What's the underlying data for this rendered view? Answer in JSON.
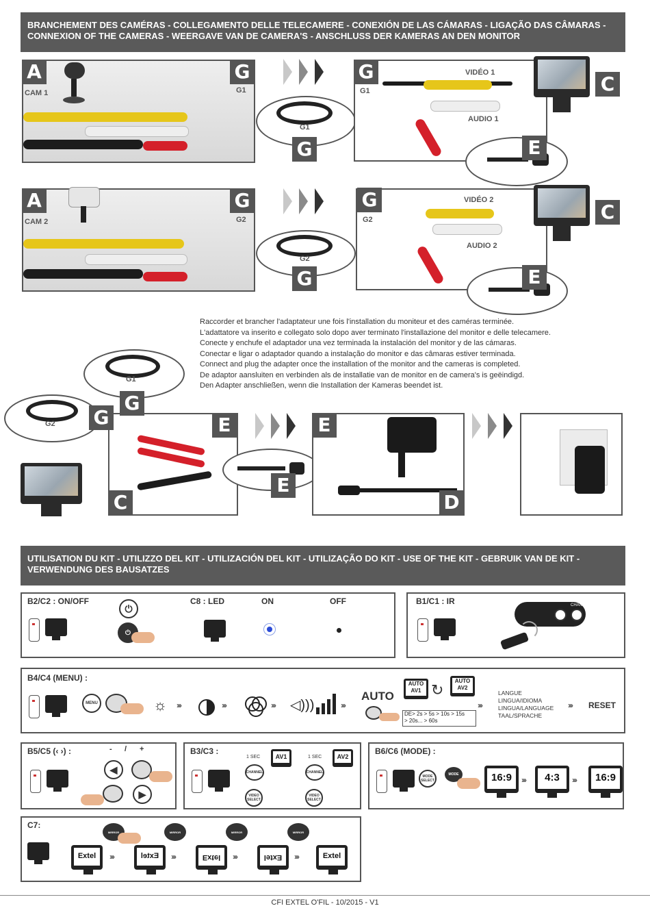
{
  "connection": {
    "header": [
      "BRANCHEMENT DES CAMÉRAS - COLLEGAMENTO DELLE TELECAMERE - CONEXIÓN DE LAS CÁMARAS - LIGAÇÃO DAS CÂMARAS -",
      "CONNEXION OF THE CAMERAS - WEERGAVE VAN DE CAMERA'S - ANSCHLUSS DER KAMERAS AN DEN MONITOR"
    ],
    "row1": {
      "cam_letter": "A",
      "cam_label": "CAM 1",
      "g_letter": "G",
      "g_label": "G1",
      "coil_label": "G1",
      "video_label": "VIDÉO 1",
      "audio_label": "AUDIO 1",
      "c_letter": "C",
      "e_letter": "E",
      "g_letter2": "G",
      "g_label2": "G1"
    },
    "row2": {
      "cam_letter": "A",
      "cam_label": "CAM 2",
      "g_letter": "G",
      "g_label": "G2",
      "coil_label": "G2",
      "video_label": "VIDÉO 2",
      "audio_label": "AUDIO 2",
      "c_letter": "C",
      "e_letter": "E",
      "g_letter2": "G",
      "g_label2": "G2"
    },
    "adapter_note": [
      "Raccorder et brancher l'adaptateur une fois l'installation du moniteur et des caméras terminée.",
      "L'adattatore va inserito e collegato solo dopo aver terminato l'installazione del monitor e delle telecamere.",
      "Conecte y enchufe el adaptador una vez terminada la instalación del monitor y de las cámaras.",
      "Conectar e ligar o adaptador quando a instalação do monitor e das câmaras estiver terminada.",
      "Connect and plug the adapter once the installation of the monitor and the cameras is completed.",
      "De adaptor aansluiten en verbinden als de installatie van de monitor en de camera's is geëindigd.",
      "Den Adapter anschließen, wenn die Installation der Kameras beendet ist."
    ],
    "row3": {
      "coil1_label": "G1",
      "coil2_label": "G2",
      "g_a": "G",
      "g_b": "G",
      "e1": "E",
      "e2": "E",
      "e3": "E",
      "c": "C",
      "d": "D"
    }
  },
  "usage": {
    "header": [
      "UTILISATION DU KIT - UTILIZZO DEL KIT - UTILIZACIÓN DEL KIT - UTILIZAÇÃO DO KIT - USE OF THE KIT - GEBRUIK VAN DE KIT -",
      "VERWENDUNG DES BAUSATZES"
    ],
    "onoff": {
      "title": "B2/C2 : ON/OFF",
      "led_title": "C8 : LED",
      "on": "ON",
      "off": "OFF"
    },
    "ir": {
      "title": "B1/C1 : IR",
      "chan": "CHAN"
    },
    "menu": {
      "title": "B4/C4 (MENU) :",
      "menu_btn": "MENU",
      "auto": "AUTO",
      "auto_av1": [
        "AUTO",
        "AV1"
      ],
      "auto_av2": [
        "AUTO",
        "AV2"
      ],
      "timings": [
        "DE> 2s > 5s > 10s > 15s",
        "> 20s... > 60s"
      ],
      "langs": [
        "LANGUE",
        "LINGUA/IDIOMA",
        "LINGUA/LANGUAGE",
        "TAAL/SPRACHE"
      ],
      "reset": "RESET"
    },
    "nav": {
      "title": "B5/C5 (‹ ›) :",
      "minus": "-",
      "slash": "/",
      "plus": "+"
    },
    "channel": {
      "title": "B3/C3 :",
      "sec1": "1 SEC",
      "sec2": "1 SEC",
      "av1": "AV1",
      "av2": "AV2",
      "channel": "CHANNEL",
      "video_select": "VIDEO SELECT"
    },
    "mode": {
      "title": "B6/C6 (MODE) :",
      "mode_select": "MODE SELECT",
      "mode": "MODE",
      "ratios": [
        "16:9",
        "4:3",
        "16:9"
      ]
    },
    "c7": {
      "title": "C7:",
      "mirror": "MIRROR",
      "screens": [
        "Extel",
        "Extel",
        "Extel",
        "Extel",
        "Extel"
      ]
    }
  },
  "footer": "CFI EXTEL O'FIL - 10/2015 - V1"
}
